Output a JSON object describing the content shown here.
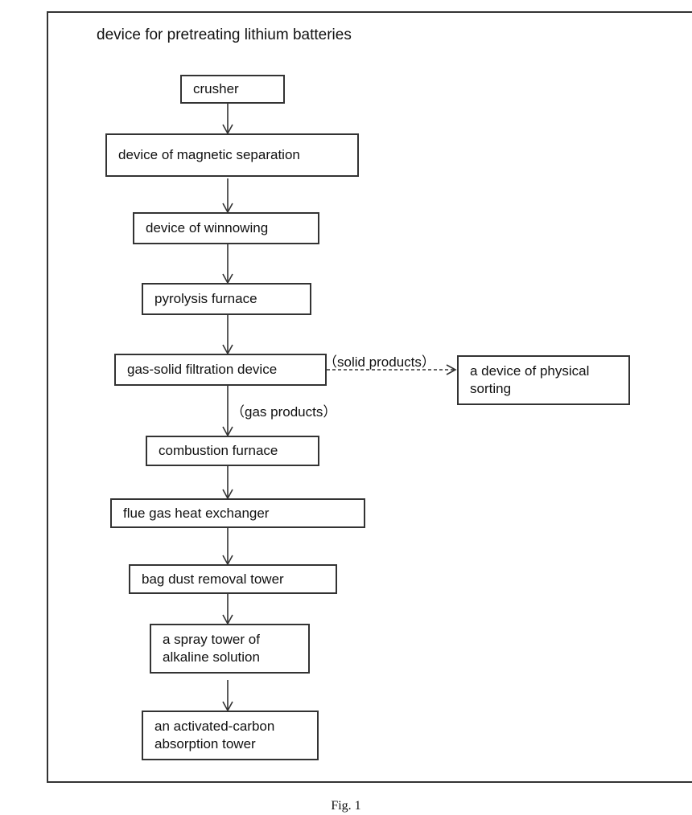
{
  "diagram": {
    "title": "device for pretreating lithium batteries",
    "nodes": {
      "crusher": "crusher",
      "magnetic": "device of magnetic separation",
      "winnowing": "device of winnowing",
      "pyrolysis": "pyrolysis furnace",
      "filtration": "gas-solid filtration device",
      "sorting_line1": "a device of physical",
      "sorting_line2": "sorting",
      "combustion": "combustion furnace",
      "heat_exchanger": "flue gas heat exchanger",
      "bag_dust": "bag dust removal tower",
      "spray_line1": "a spray tower of",
      "spray_line2": "alkaline solution",
      "carbon_line1": "an activated-carbon",
      "carbon_line2": "absorption tower"
    },
    "edge_labels": {
      "solid": "（solid products）",
      "gas": "（gas products）"
    }
  },
  "caption": "Fig. 1"
}
